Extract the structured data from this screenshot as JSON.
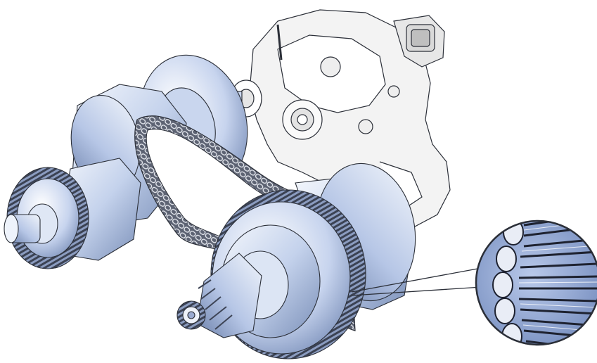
{
  "illustration": {
    "components": [
      {
        "id": "hydraulic-pump",
        "icon": "pump-housing-icon"
      },
      {
        "id": "primary-pulley",
        "icon": "conical-pulley-icon"
      },
      {
        "id": "secondary-pulley",
        "icon": "conical-pulley-icon"
      },
      {
        "id": "input-gear",
        "icon": "spur-gear-icon"
      },
      {
        "id": "output-bevel-gear",
        "icon": "bevel-gear-icon"
      },
      {
        "id": "chain-belt",
        "icon": "link-chain-icon"
      },
      {
        "id": "chain-magnifier",
        "icon": "magnifier-inset-icon"
      }
    ],
    "colors": {
      "metal_light": "#e8eef8",
      "metal_mid": "#b7c6e4",
      "metal_dark": "#6f84ad",
      "chain_dark": "#4a4f5c",
      "outline": "#2b2f38",
      "pump_fill": "#f3f3f3"
    }
  }
}
